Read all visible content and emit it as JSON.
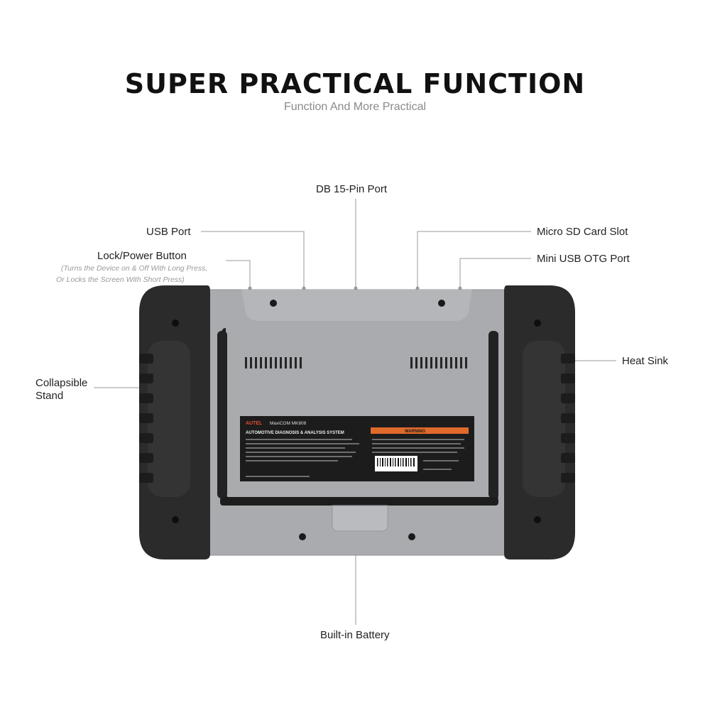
{
  "header": {
    "title": "SUPER PRACTICAL FUNCTION",
    "subtitle": "Function And More Practical"
  },
  "callouts": {
    "db15": "DB 15-Pin Port",
    "usb": "USB Port",
    "microsd": "Micro SD Card Slot",
    "lock_power": "Lock/Power Button",
    "lock_power_note_1": "(Turns the Device on & Off With Long Press,",
    "lock_power_note_2": "Or Locks the Screen With Short Press)",
    "mini_usb": "Mini USB OTG Port",
    "heat_sink": "Heat Sink",
    "stand_1": "Collapsible",
    "stand_2": "Stand",
    "battery": "Built-in Battery"
  },
  "device_label": {
    "brand": "AUTEL",
    "model": "MaxiCOM MK808",
    "system": "AUTOMOTIVE DIAGNOSIS & ANALYSIS SYSTEM",
    "warning": "WARNING"
  },
  "colors": {
    "body_gray": "#a9abae",
    "bumper": "#2b2b2b",
    "leader_line": "#9a9a9a",
    "warning_orange": "#e06a2c"
  }
}
